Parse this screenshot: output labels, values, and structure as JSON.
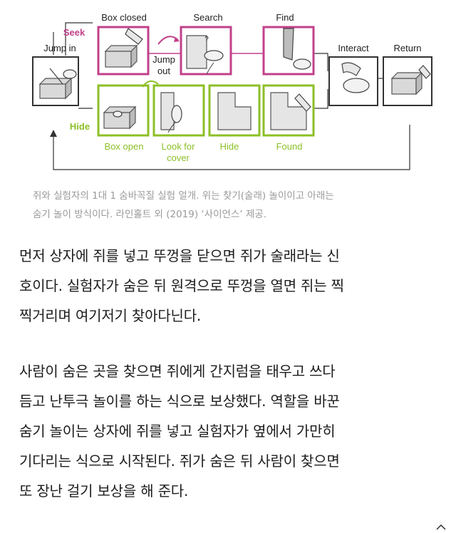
{
  "figure": {
    "labels": {
      "box_closed": "Box closed",
      "search": "Search",
      "find": "Find",
      "seek": "Seek",
      "jump_in": "Jump in",
      "jump_out_1": "Jump",
      "jump_out_2": "out",
      "interact": "Interact",
      "return": "Return",
      "hide": "Hide",
      "box_open": "Box open",
      "look_for_cover_1": "Look for",
      "look_for_cover_2": "cover",
      "hide_step": "Hide",
      "found": "Found",
      "question_mark": "?"
    },
    "colors": {
      "seek": "#c2408a",
      "hide": "#8cbf26",
      "label": "#222222",
      "frame": "#333333"
    }
  },
  "caption": {
    "line1": "쥐와 실험자의 1대 1 숨바꼭질 실험 얼개. 위는 찾기(술래) 놀이이고 아래는",
    "line2": "숨기 놀이 방식이다. 라인홀트 외 (2019) ‘사이언스’ 제공."
  },
  "paragraphs": {
    "p1": [
      "먼저 상자에 쥐를 넣고 뚜껑을 닫으면 쥐가 술래라는 신",
      "호이다. 실험자가 숨은 뒤 원격으로 뚜껑을 열면 쥐는 찍",
      "찍거리며 여기저기 찾아다닌다."
    ],
    "p2": [
      "사람이 숨은 곳을 찾으면 쥐에게 간지럼을 태우고 쓰다",
      "듬고 난투극 놀이를 하는 식으로 보상했다. 역할을 바꾼",
      "숨기 놀이는 상자에 쥐를 넣고 실험자가 옆에서 가만히",
      "기다리는 식으로 시작된다. 쥐가 숨은 뒤 사람이 찾으면",
      "또 장난 걸기 보상을 해 준다."
    ]
  }
}
